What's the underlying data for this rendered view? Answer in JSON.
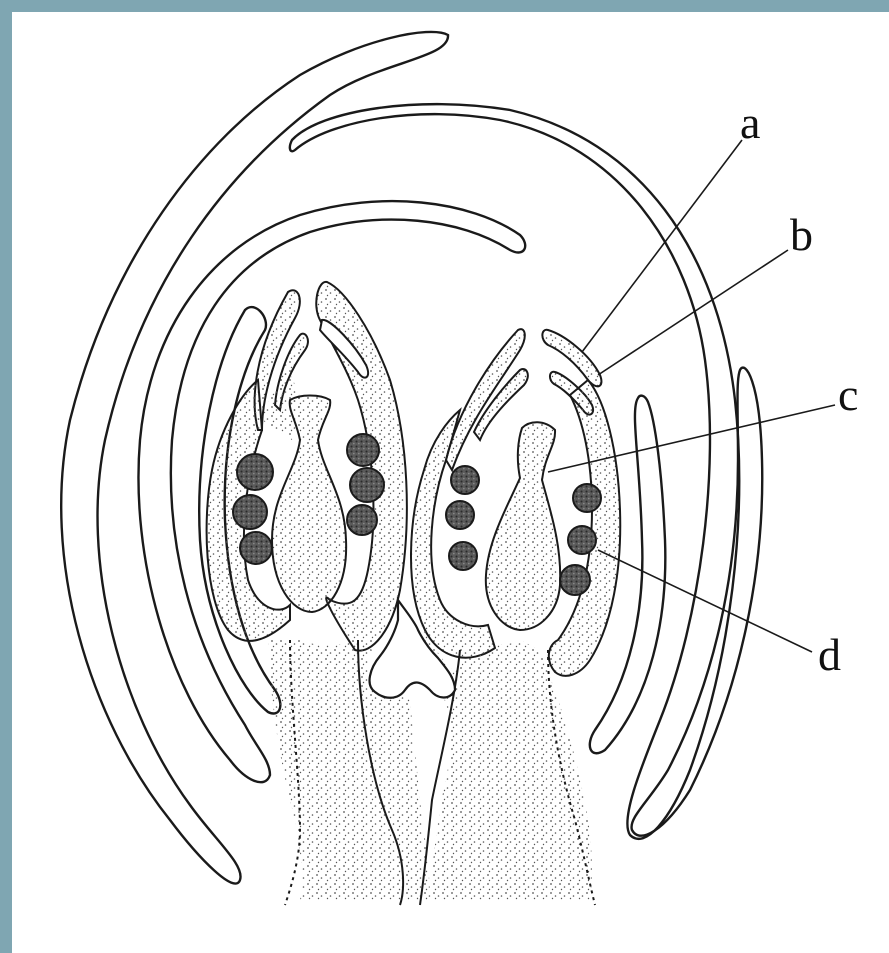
{
  "colors": {
    "frame": "#7fa6b2",
    "ink": "#1a1a1a",
    "ovule": "#3b3b3b",
    "stipple": "#555555",
    "background": "#ffffff"
  },
  "labels": {
    "a": "a",
    "b": "b",
    "c": "c",
    "d": "d"
  }
}
